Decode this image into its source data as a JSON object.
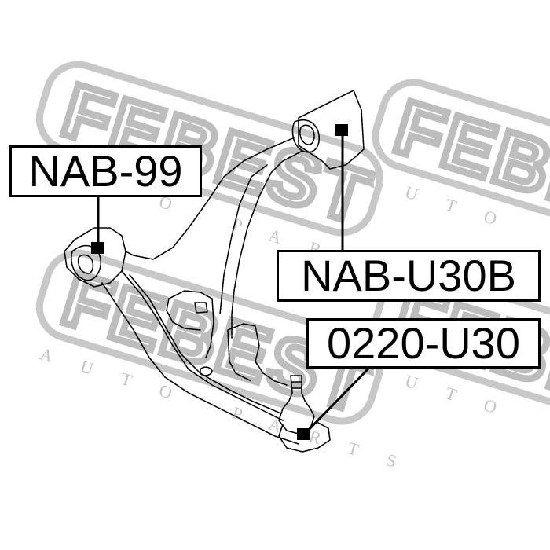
{
  "watermark": {
    "brand": "FEBEST",
    "tagline": "AUTO PARTS",
    "color": "#bdbdbd"
  },
  "diagram": {
    "subject": "front lower control arm",
    "labels": [
      {
        "id": "nab-99",
        "text": "NAB-99"
      },
      {
        "id": "nab-u30b",
        "text": "NAB-U30B"
      },
      {
        "id": "0220-u30",
        "text": "0220-U30"
      }
    ]
  }
}
